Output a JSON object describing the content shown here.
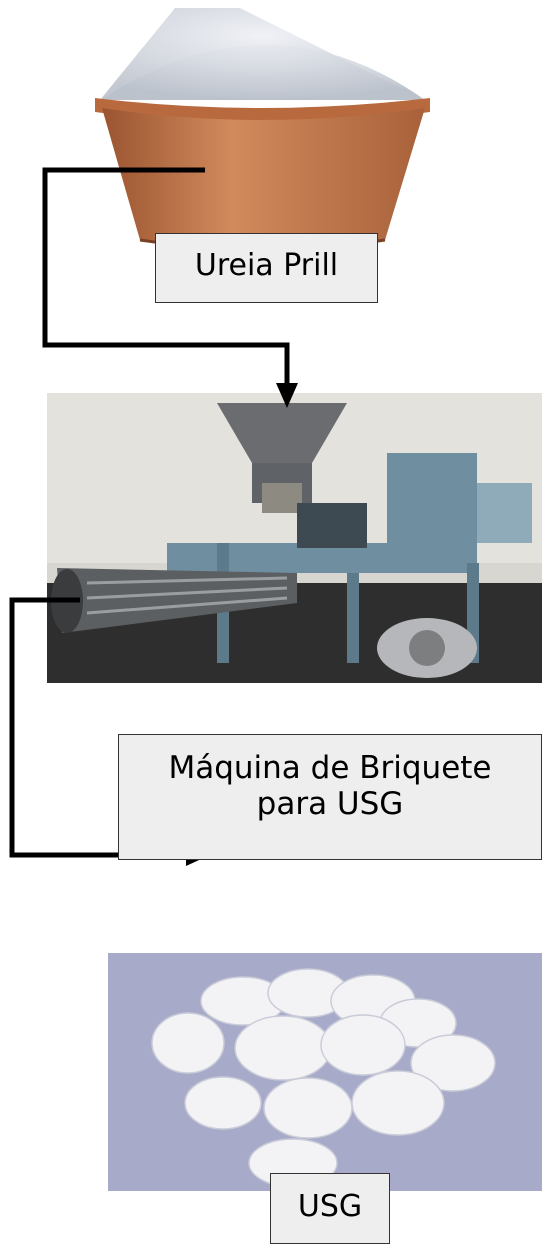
{
  "labels": {
    "prill": "Ureia Prill",
    "machine_line1": "Máquina de Briquete",
    "machine_line2": "para USG",
    "usg": "USG"
  },
  "colors": {
    "arrow": "#000000",
    "label_bg": "#eeeeee",
    "pot": "#c7784a",
    "machine": "#6f8fa0",
    "briquette": "#f4f4f8"
  }
}
